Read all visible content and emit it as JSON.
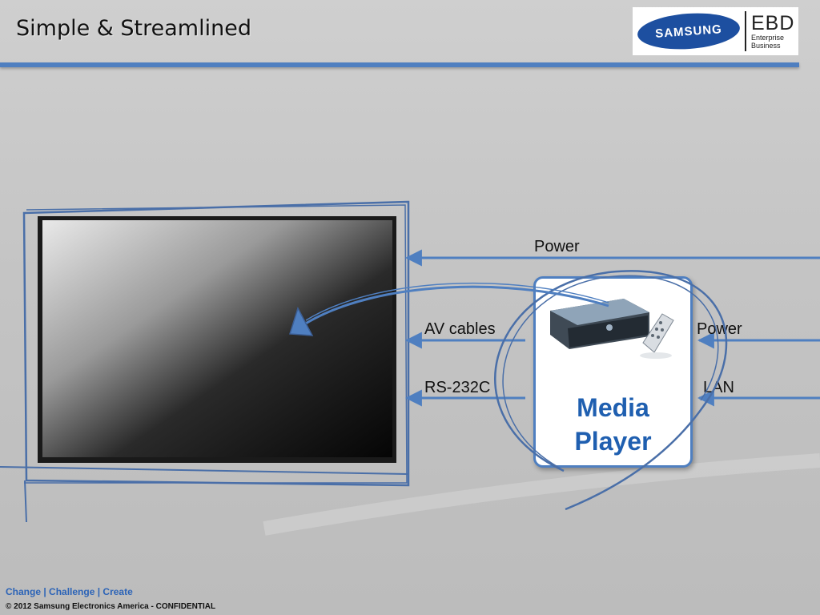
{
  "slide": {
    "title": "Simple & Streamlined",
    "accent_color": "#4f7fc0"
  },
  "logo": {
    "brand": "SAMSUNG",
    "mark": "EBD",
    "line1": "Enterprise",
    "line2": "Business"
  },
  "diagram": {
    "power_top_label": "Power",
    "av_label": "AV cables",
    "rs_label": "RS-232C",
    "power_right_label": "Power",
    "lan_label": "LAN",
    "media_player_label": "Media\nPlayer"
  },
  "footer": {
    "tagline": "Change | Challenge | Create",
    "copyright": "© 2012 Samsung Electronics America - CONFIDENTIAL"
  }
}
